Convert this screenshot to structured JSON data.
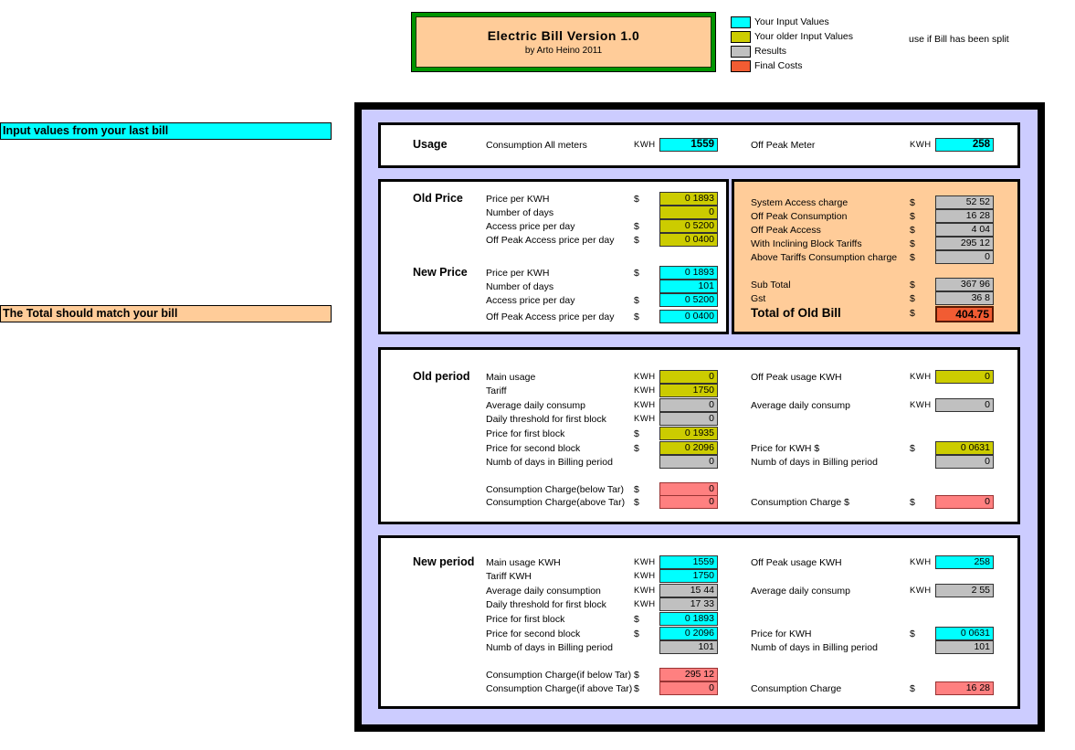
{
  "colors": {
    "input": "#00ffff",
    "older_input": "#cccc00",
    "results": "#c0c0c0",
    "charge": "#ff8080",
    "final": "#f15c33",
    "panel": "#ccccff",
    "peach": "#ffcc99"
  },
  "header": {
    "title": "Electric Bill Version 1.0",
    "subtitle": "by Arto Heino 2011"
  },
  "legend": {
    "items": [
      {
        "label": "Your Input Values",
        "color_key": "input"
      },
      {
        "label": "Your older Input Values",
        "color_key": "older_input"
      },
      {
        "label": "Results",
        "color_key": "results"
      },
      {
        "label": "Final Costs",
        "color_key": "final"
      }
    ],
    "note": "use if Bill has been split"
  },
  "annotations": {
    "input_hint": "Input values from your last bill",
    "total_hint": "The Total should match your bill"
  },
  "usage": {
    "header": "Usage",
    "consumption": {
      "label": "Consumption All meters",
      "unit": "KWH",
      "value": "1559"
    },
    "off_peak": {
      "label": "Off Peak Meter",
      "unit": "KWH",
      "value": "258"
    }
  },
  "old_price": {
    "header": "Old Price",
    "rows": [
      {
        "label": "Price per KWH",
        "unit": "$",
        "value": "0 1893"
      },
      {
        "label": "Number of days",
        "unit": "",
        "value": "0"
      },
      {
        "label": "Access price per day",
        "unit": "$",
        "value": "0 5200"
      },
      {
        "label": "Off Peak Access price per day",
        "unit": "$",
        "value": "0 0400"
      }
    ]
  },
  "new_price": {
    "header": "New Price",
    "rows": [
      {
        "label": "Price per KWH",
        "unit": "$",
        "value": "0 1893"
      },
      {
        "label": "Number of days",
        "unit": "",
        "value": "101"
      },
      {
        "label": "Access price per day",
        "unit": "$",
        "value": "0 5200"
      },
      {
        "label": "Off Peak Access price per day",
        "unit": "$",
        "value": "0 0400"
      }
    ]
  },
  "old_bill": {
    "rows": [
      {
        "label": "System Access charge",
        "unit": "$",
        "value": "52 52"
      },
      {
        "label": "Off Peak Consumption",
        "unit": "$",
        "value": "16 28"
      },
      {
        "label": "Off Peak Access",
        "unit": "$",
        "value": "4 04"
      },
      {
        "label": "With Inclining Block Tariffs",
        "unit": "$",
        "value": "295 12"
      },
      {
        "label": "Above Tariffs Consumption charge",
        "unit": "$",
        "value": "0"
      }
    ],
    "sub_total": {
      "label": "Sub Total",
      "unit": "$",
      "value": "367 96"
    },
    "gst": {
      "label": "Gst",
      "unit": "$",
      "value": "36 8"
    },
    "total": {
      "label": "Total of Old Bill",
      "unit": "$",
      "value": "404.75"
    }
  },
  "old_period": {
    "header": "Old period",
    "left_rows": [
      {
        "label": "Main usage",
        "unit": "KWH",
        "value": "0"
      },
      {
        "label": "Tariff",
        "unit": "KWH",
        "value": "1750"
      },
      {
        "label": "Average daily consump",
        "unit": "KWH",
        "value": "0"
      },
      {
        "label": "Daily threshold for first block",
        "unit": "KWH",
        "value": "0"
      },
      {
        "label": "Price for first block",
        "unit": "$",
        "value": "0 1935"
      },
      {
        "label": "Price for second block",
        "unit": "$",
        "value": "0 2096"
      },
      {
        "label": "Numb of days in Billing period",
        "unit": "",
        "value": "0"
      }
    ],
    "left_charges": [
      {
        "label": "Consumption Charge(below Tar)",
        "unit": "$",
        "value": "0"
      },
      {
        "label": "Consumption Charge(above Tar)",
        "unit": "$",
        "value": "0"
      }
    ],
    "right_rows": [
      {
        "label": "Off Peak usage KWH",
        "unit": "KWH",
        "value": "0"
      },
      {
        "label": "Average daily consump",
        "unit": "KWH",
        "value": "0"
      },
      {
        "label": "Price for KWH $",
        "unit": "$",
        "value": "0 0631"
      },
      {
        "label": "Numb of days in Billing period",
        "unit": "",
        "value": "0"
      }
    ],
    "right_charge": {
      "label": "Consumption Charge $",
      "unit": "$",
      "value": "0"
    }
  },
  "new_period": {
    "header": "New period",
    "left_rows": [
      {
        "label": "Main usage KWH",
        "unit": "KWH",
        "value": "1559"
      },
      {
        "label": "Tariff KWH",
        "unit": "KWH",
        "value": "1750"
      },
      {
        "label": "Average daily consumption",
        "unit": "KWH",
        "value": "15 44"
      },
      {
        "label": "Daily threshold for first block",
        "unit": "KWH",
        "value": "17 33"
      },
      {
        "label": "Price for first block",
        "unit": "$",
        "value": "0 1893"
      },
      {
        "label": "Price for second block",
        "unit": "$",
        "value": "0 2096"
      },
      {
        "label": "Numb of days in Billing period",
        "unit": "",
        "value": "101"
      }
    ],
    "left_charges": [
      {
        "label": "Consumption Charge(if below Tar)",
        "unit": "$",
        "value": "295 12"
      },
      {
        "label": "Consumption Charge(if above Tar)",
        "unit": "$",
        "value": "0"
      }
    ],
    "right_rows": [
      {
        "label": "Off Peak usage KWH",
        "unit": "KWH",
        "value": "258"
      },
      {
        "label": "Average daily consump",
        "unit": "KWH",
        "value": "2 55"
      },
      {
        "label": "Price for KWH",
        "unit": "$",
        "value": "0 0631"
      },
      {
        "label": "Numb of days in Billing period",
        "unit": "",
        "value": "101"
      }
    ],
    "right_charge": {
      "label": "Consumption Charge",
      "unit": "$",
      "value": "16 28"
    }
  }
}
